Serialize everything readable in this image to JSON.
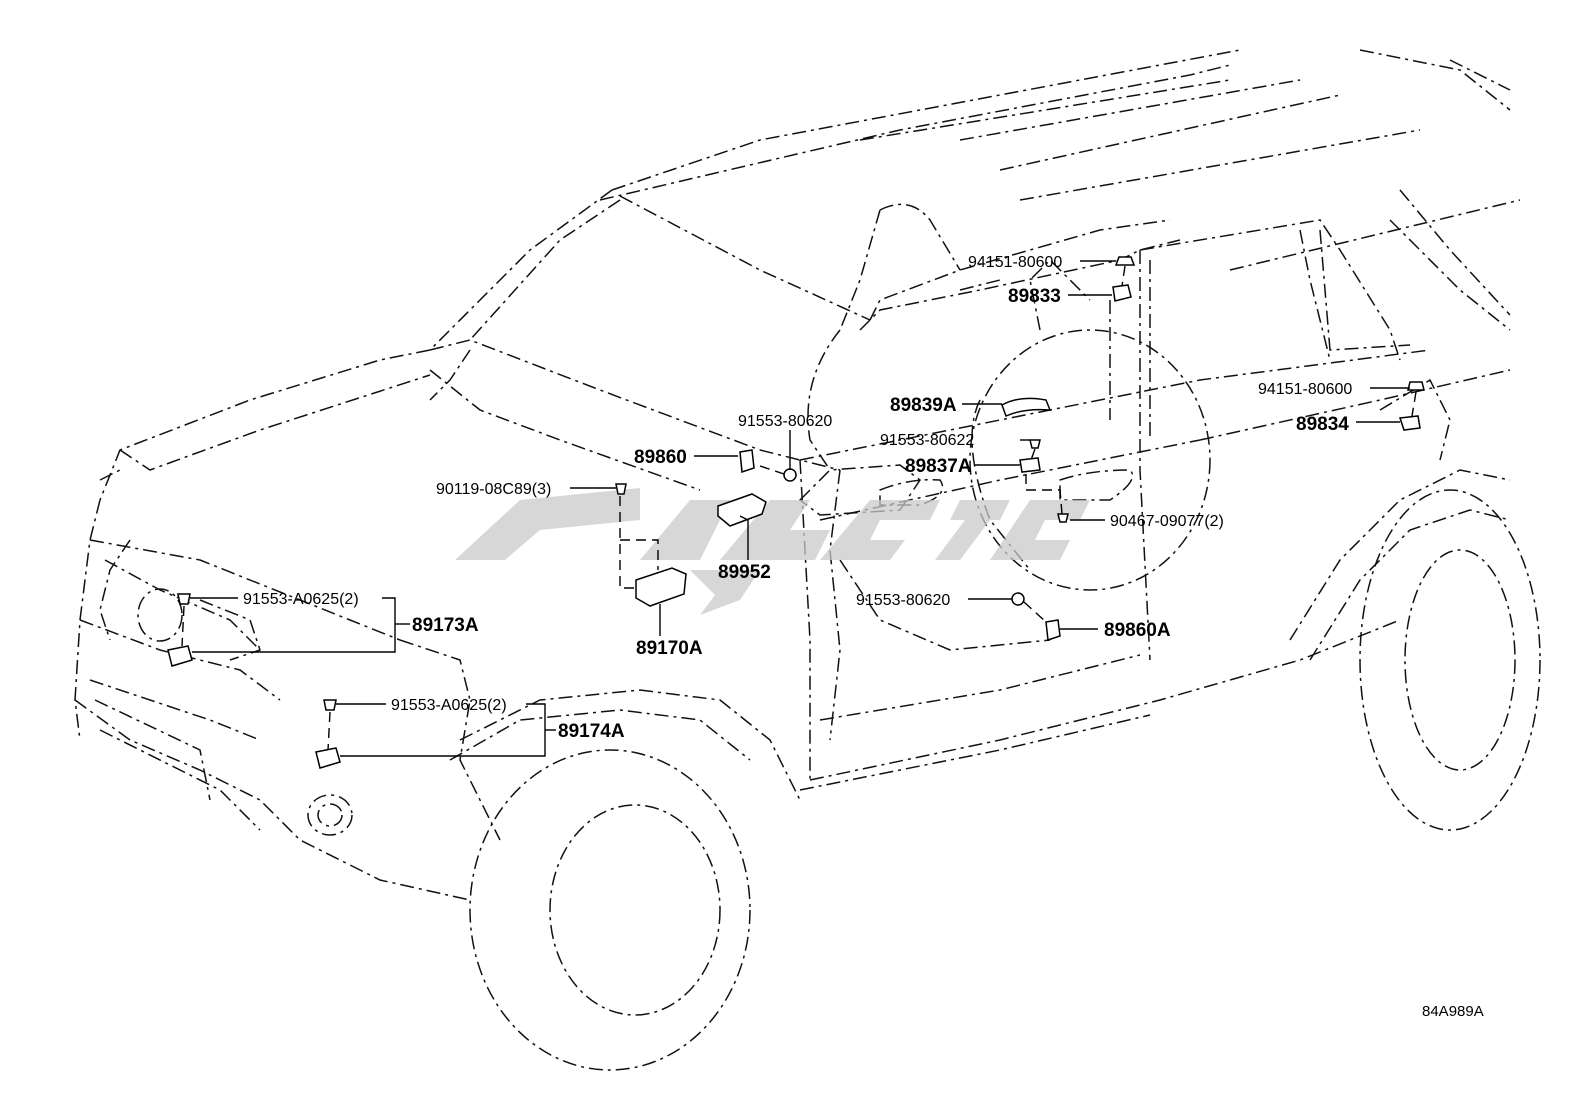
{
  "diagram": {
    "reference_code": "84A989A",
    "watermark": "",
    "callouts": {
      "c94151_top": "94151-80600",
      "c89833": "89833",
      "c89839A": "89839A",
      "c91553_80620_top": "91553-80620",
      "c91553_80622": "91553-80622",
      "c94151_right": "94151-80600",
      "c89834": "89834",
      "c89860": "89860",
      "c89837A": "89837A",
      "c90119": "90119-08C89(3)",
      "c90467": "90467-09077(2)",
      "c89952": "89952",
      "c91553_A0625_a": "91553-A0625(2)",
      "c89173A": "89173A",
      "c91553_80620_low": "91553-80620",
      "c89860A": "89860A",
      "c89170A": "89170A",
      "c91553_A0625_b": "91553-A0625(2)",
      "c89174A": "89174A"
    }
  }
}
